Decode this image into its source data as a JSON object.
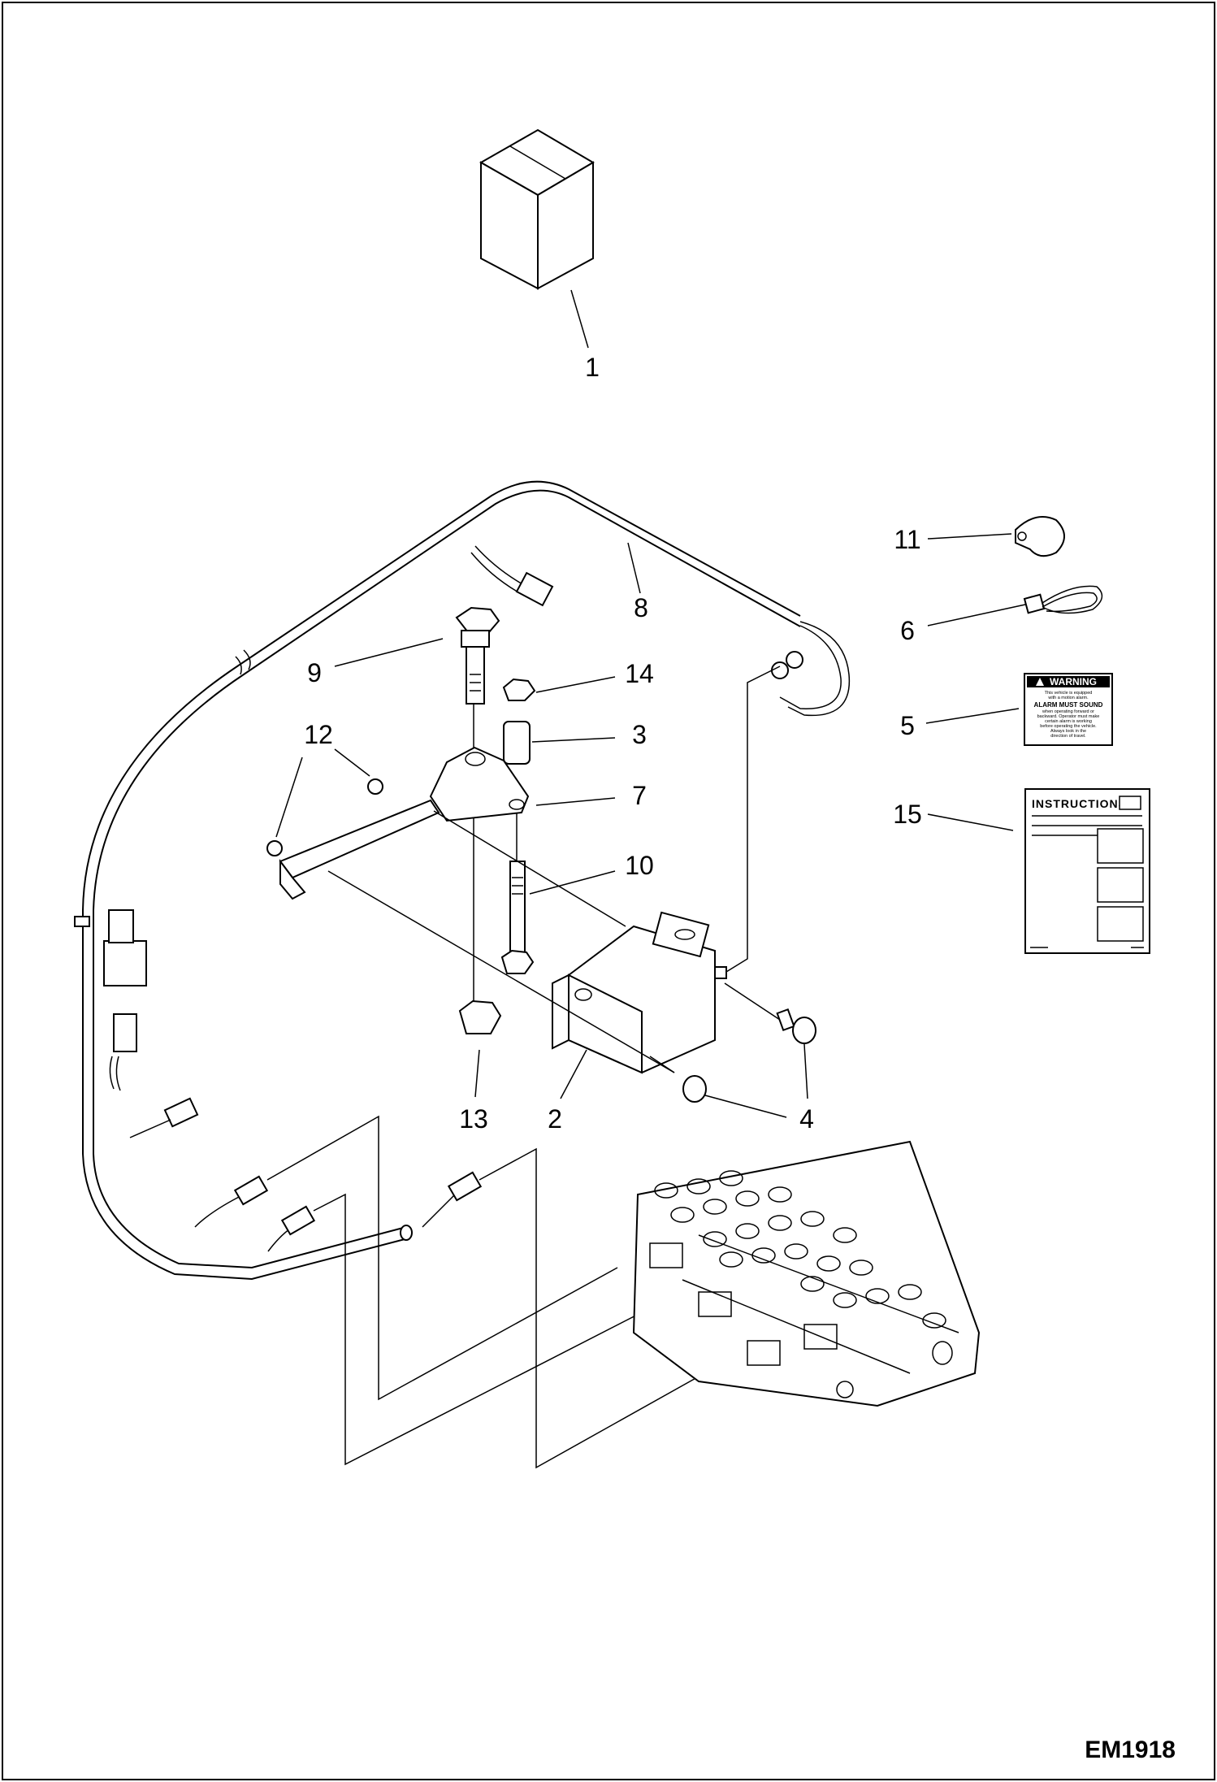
{
  "figure_id": "EM1918",
  "callouts": {
    "c1": "1",
    "c2": "2",
    "c3": "3",
    "c4a": "4",
    "c5": "5",
    "c6": "6",
    "c7": "7",
    "c8": "8",
    "c9": "9",
    "c10": "10",
    "c11": "11",
    "c12": "12",
    "c13": "13",
    "c14": "14",
    "c15": "15"
  },
  "decal": {
    "title": "WARNING",
    "line1": "This vehicle is equipped",
    "line2": "with a motion alarm.",
    "line3": "ALARM MUST SOUND",
    "line4": "when operating forward or",
    "line5": "backward.  Operator must make",
    "line6": "certain alarm is working",
    "line7": "before operating the vehicle.",
    "line8": "Always look in the",
    "line9": "direction of travel."
  },
  "instructions": {
    "title": "INSTRUCTIONS"
  }
}
